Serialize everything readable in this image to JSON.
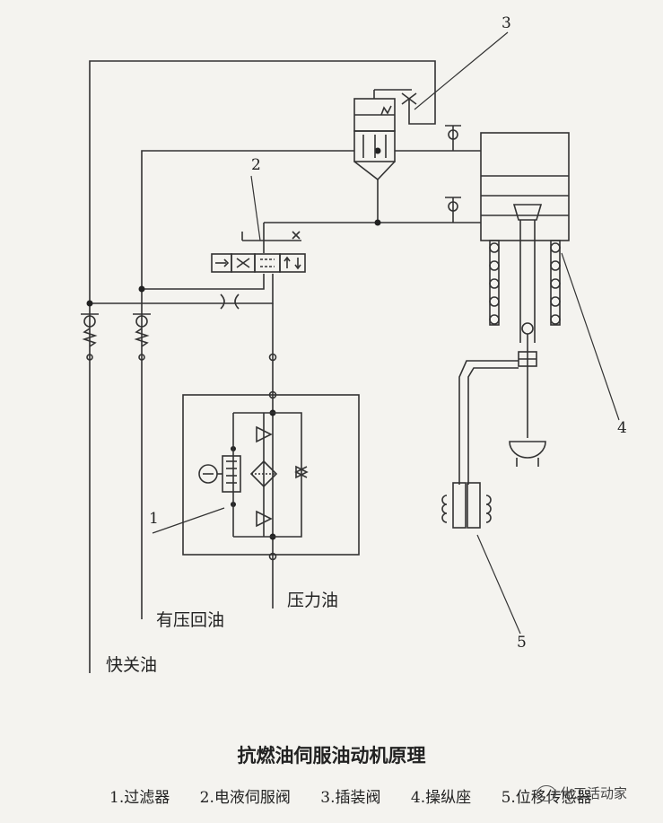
{
  "callouts": {
    "n1": "1",
    "n2": "2",
    "n3": "3",
    "n4": "4",
    "n5": "5"
  },
  "lines": {
    "quick_close_oil": "快关油",
    "pressurized_return": "有压回油",
    "pressure_oil": "压力油"
  },
  "title": "抗燃油伺服油动机原理",
  "legend": [
    "1.过滤器",
    "2.电液伺服阀",
    "3.插装阀",
    "4.操纵座",
    "5.位移传感器"
  ],
  "watermark": "化工活动家"
}
